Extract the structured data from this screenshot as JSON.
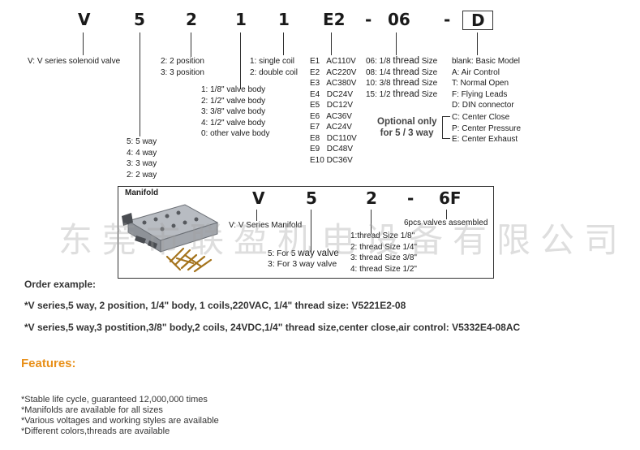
{
  "code_top": {
    "v": "V",
    "five": "5",
    "two": "2",
    "one": "1",
    "one_b": "1",
    "e2": "E2",
    "dash1": "-",
    "o6": "06",
    "dash2": "-",
    "d": "D"
  },
  "series_label": "V: V series solenoid valve",
  "position": [
    "2: 2 position",
    "3: 3 position"
  ],
  "coil": [
    "1: single coil",
    "2: double coil"
  ],
  "voltage": [
    {
      "code": "E1",
      "val": "AC110V"
    },
    {
      "code": "E2",
      "val": "AC220V"
    },
    {
      "code": "E3",
      "val": "AC380V"
    },
    {
      "code": "E4",
      "val": "DC24V"
    },
    {
      "code": "E5",
      "val": "DC12V"
    },
    {
      "code": "E6",
      "val": "AC36V"
    },
    {
      "code": "E7",
      "val": "AC24V"
    },
    {
      "code": "E8",
      "val": "DC110V"
    },
    {
      "code": "E9",
      "val": "DC48V"
    },
    {
      "code": "E10",
      "val": "DC36V"
    }
  ],
  "thread": [
    {
      "a": "06: 1/8",
      "b": "thread",
      "c": "Size"
    },
    {
      "a": "08: 1/4",
      "b": "thread",
      "c": "Size"
    },
    {
      "a": "10: 3/8",
      "b": "thread",
      "c": "Size"
    },
    {
      "a": "15: 1/2",
      "b": "thread",
      "c": "Size"
    }
  ],
  "model": [
    "blank: Basic Model",
    "A: Air Control",
    "T: Normal Open",
    "F: Flying Leads",
    "D: DIN connector"
  ],
  "optional": [
    "Optional only",
    "for 5 / 3 way"
  ],
  "center": [
    "C: Center Close",
    "P: Center Pressure",
    "E: Center Exhaust"
  ],
  "body": [
    "1: 1/8\" valve body",
    "2: 1/2\" valve body",
    "3: 3/8\" valve body",
    "4: 1/2\" valve body",
    "0: other valve body"
  ],
  "way": [
    "5: 5 way",
    "4: 4 way",
    "3: 3 way",
    "2: 2 way"
  ],
  "manifold": {
    "title": "Manifold",
    "v": "V",
    "five": "5",
    "two": "2",
    "dash": "-",
    "sixf": "6F",
    "series": "V: V Series Manifold",
    "way_a": "5: For 5",
    "way_a2": "way valve",
    "way_b": "3: For 3 way valve",
    "threads": [
      {
        "n": "1:",
        "t": "thread",
        "s": "Size 1/8\""
      },
      {
        "n": "2:",
        "t": "thread",
        "s": "Size 1/4\""
      },
      {
        "n": "3:",
        "t": "thread",
        "s": "Size 3/8\""
      },
      {
        "n": "4:",
        "t": "thread",
        "s": "Size 1/2\""
      }
    ],
    "assembled": "6pcs valves assembled"
  },
  "watermark": "东莞市联盈机电设备有限公司",
  "order": {
    "title": "Order example:",
    "ex1": "*V series,5 way, 2 position, 1/4\" body, 1 coils,220VAC, 1/4\" thread size: V5221E2-08",
    "ex2": "*V series,5 way,3 postition,3/8\" body,2 coils, 24VDC,1/4\" thread size,center close,air control: V5332E4-08AC"
  },
  "features": {
    "title": "Features:",
    "items": [
      "*Stable life cycle, guaranteed 12,000,000 times",
      "*Manifolds are available for all sizes",
      "*Various voltages and working styles are available",
      "*Different colors,threads are available"
    ]
  },
  "colors": {
    "features_title": "#e8901a",
    "text": "#222222"
  }
}
